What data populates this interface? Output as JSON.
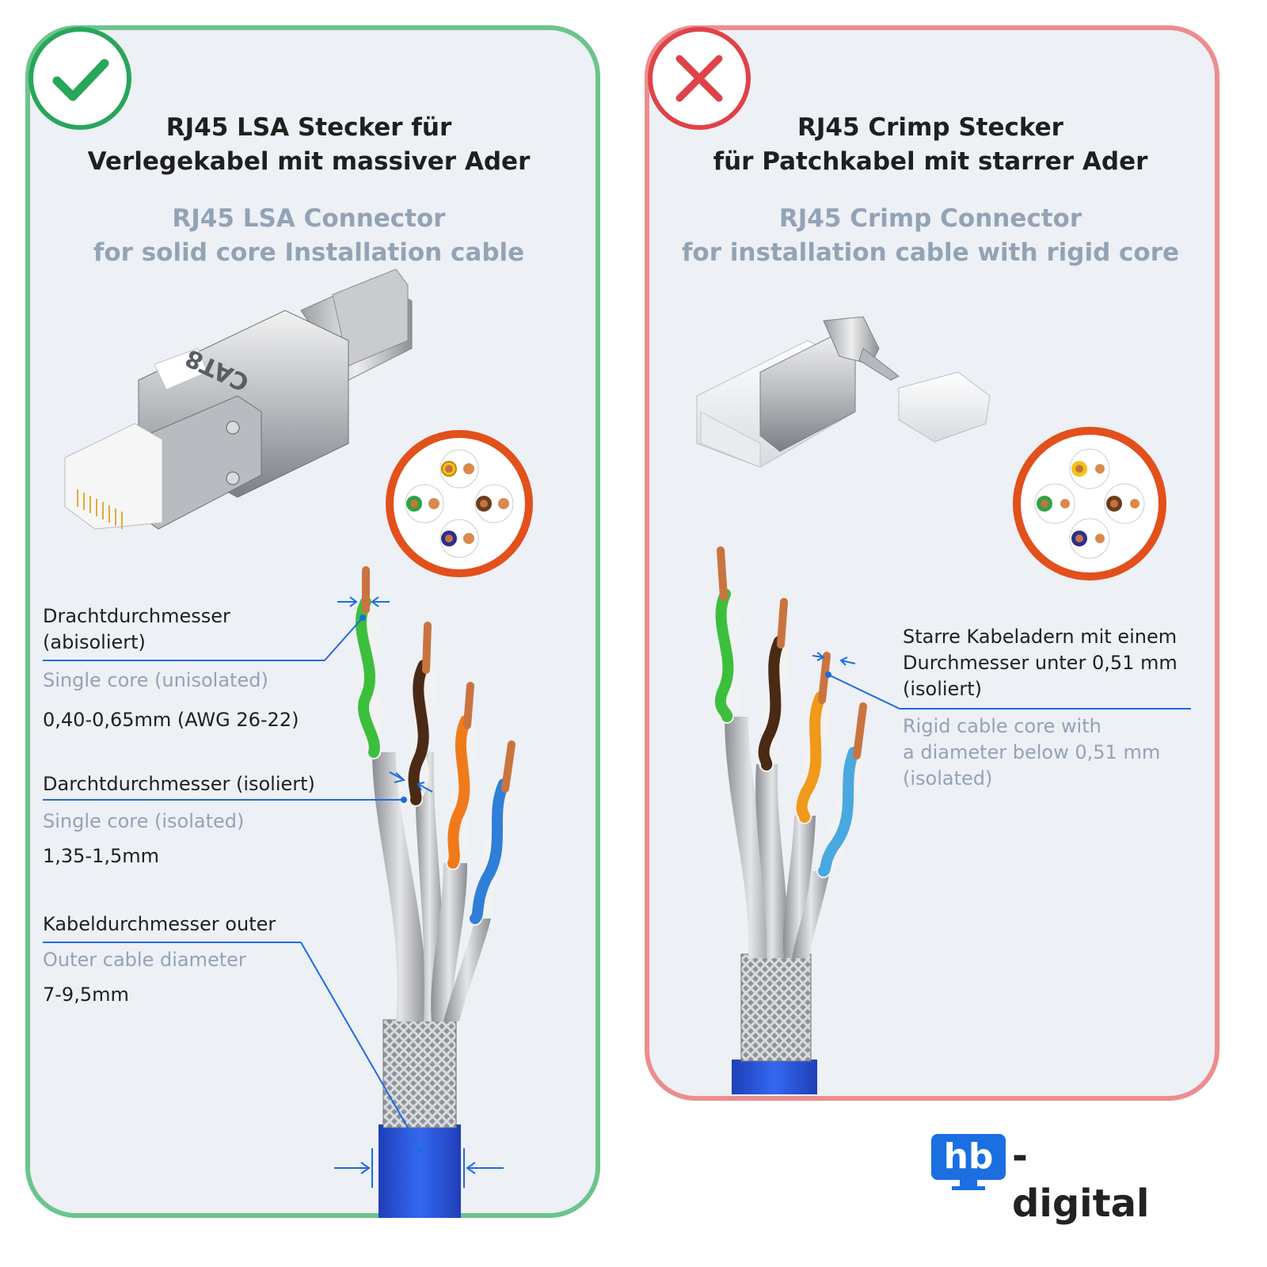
{
  "left": {
    "title_de": [
      "RJ45 LSA Stecker für",
      "Verlegekabel mit massiver Ader"
    ],
    "title_en": [
      "RJ45 LSA Connector",
      "for solid core Installation cable"
    ],
    "connector_print": "CAT8",
    "specs": [
      {
        "de": [
          "Drachtdurchmesser",
          "(abisoliert)"
        ],
        "en": "Single core (unisolated)",
        "value": "0,40-0,65mm (AWG 26-22)"
      },
      {
        "de": [
          "Darchtdurchmesser (isoliert)"
        ],
        "en": "Single core (isolated)",
        "value": "1,35-1,5mm"
      },
      {
        "de": [
          "Kabeldurchmesser outer"
        ],
        "en": "Outer cable diameter",
        "value": "7-9,5mm"
      }
    ]
  },
  "right": {
    "title_de": [
      "RJ45 Crimp Stecker",
      "für Patchkabel mit starrer Ader"
    ],
    "title_en": [
      "RJ45 Crimp Connector",
      "for installation cable with rigid core"
    ],
    "spec": {
      "de": [
        "Starre Kabeladern mit einem",
        "Durchmesser unter 0,51 mm",
        "(isoliert)"
      ],
      "en": [
        "Rigid cable core with",
        "a diameter below 0,51 mm",
        "(isolated)"
      ]
    }
  },
  "logo": {
    "box": "hb",
    "text": "-digital"
  },
  "colors": {
    "ok_green": "#28a65a",
    "ok_border": "#6cc48d",
    "no_red": "#e04249",
    "no_border": "#ec8d8e",
    "panel_bg": "#edf0f5",
    "muted_text": "#93a3b6",
    "cable_blue": "#2a4fd0",
    "annotation_blue": "#1d6be0",
    "jacket_orange": "#e2501c"
  },
  "icons": [
    "checkmark-icon",
    "cross-icon"
  ]
}
